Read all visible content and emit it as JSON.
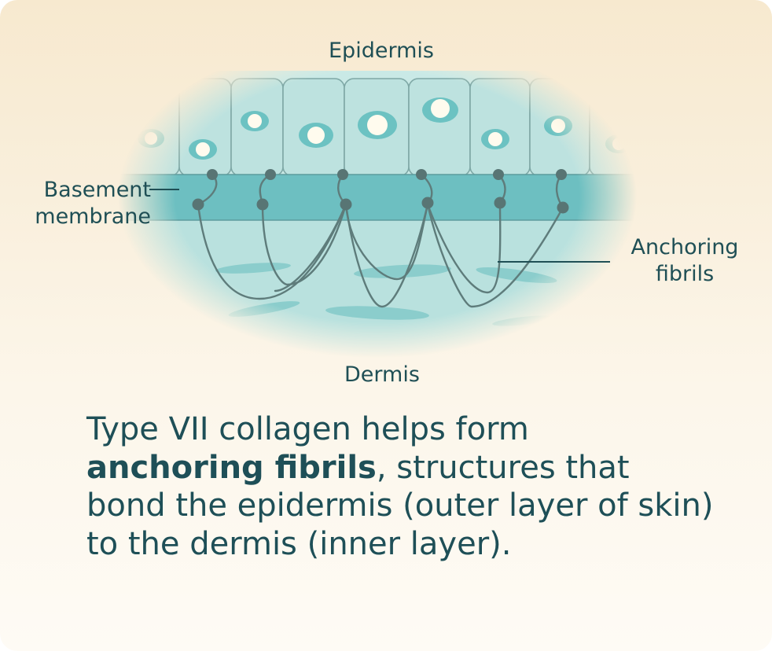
{
  "labels": {
    "top": "Epidermis",
    "left": "Basement\nmembrane",
    "right": "Anchoring\nfibrils",
    "bottom": "Dermis"
  },
  "caption": {
    "lead": "Type VII collagen helps form ",
    "bold": "anchoring fibrils",
    "rest": ", structures that bond the epidermis (outer layer of skin) to the dermis (inner layer)."
  },
  "colors": {
    "cell_fill": "#bde2df",
    "cell_stroke": "#7fa8a6",
    "membrane": "#6dbfc1",
    "dermis": "#b9e1de",
    "fibril": "#5e7c7b",
    "node": "#587574",
    "text": "#1f4f55"
  }
}
